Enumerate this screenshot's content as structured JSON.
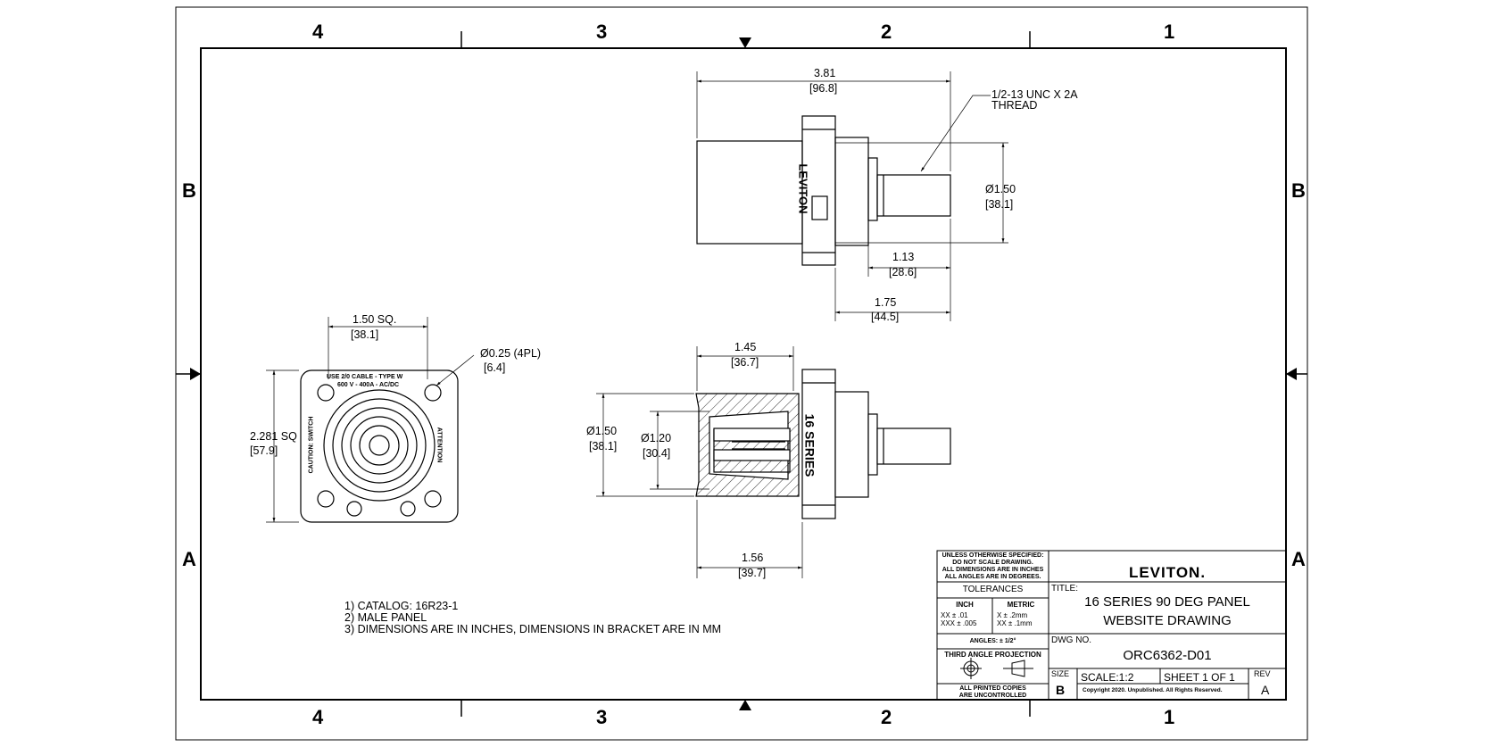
{
  "zones": {
    "columns": [
      "4",
      "3",
      "2",
      "1"
    ],
    "rows": [
      "B",
      "A"
    ]
  },
  "views": {
    "top": {
      "overall_length": "3.81",
      "overall_length_mm": "[96.8]",
      "thread_note_line1": "1/2-13 UNC X 2A",
      "thread_note_line2": "THREAD",
      "diameter": "Ø1.50",
      "diameter_mm": "[38.1]",
      "stud_length": "1.13",
      "stud_length_mm": "[28.6]",
      "rear_length": "1.75",
      "rear_length_mm": "[44.5]",
      "body_marking": "LEVITON"
    },
    "front": {
      "square_size": "1.50  SQ.",
      "square_size_mm": "[38.1]",
      "hole_dia": "Ø0.25 (4PL)",
      "hole_dia_mm": "[6.4]",
      "flange_size": "2.281 SQ",
      "flange_size_mm": "[57.9]",
      "marking_top": "USE 2/0 CABLE - TYPE W",
      "marking_top2": "600 V - 400A - AC/DC",
      "marking_left": "CAUTION: SWITCH",
      "marking_right": "ATTENTION"
    },
    "section": {
      "front_length": "1.45",
      "front_length_mm": "[36.7]",
      "outer_dia": "Ø1.50",
      "outer_dia_mm": "[38.1]",
      "inner_dia": "Ø1.20",
      "inner_dia_mm": "[30.4]",
      "total_length": "1.56",
      "total_length_mm": "[39.7]",
      "series_marking": "16 SERIES"
    }
  },
  "notes": [
    "1) CATALOG: 16R23-1",
    "2) MALE PANEL",
    "3) DIMENSIONS ARE IN INCHES, DIMENSIONS IN BRACKET ARE IN MM"
  ],
  "title_block": {
    "unless_specified": [
      "UNLESS OTHERWISE SPECIFIED:",
      "DO NOT SCALE DRAWING.",
      "ALL DIMENSIONS ARE IN INCHES",
      "ALL ANGLES ARE IN DEGREES."
    ],
    "tolerances_label": "TOLERANCES",
    "inch_label": "INCH",
    "metric_label": "METRIC",
    "inch_tol": [
      "XX  ± .01",
      "XXX ± .005"
    ],
    "metric_tol": [
      "X   ± .2mm",
      "XX  ± .1mm"
    ],
    "angles": "ANGLES: ± 1/2°",
    "projection": "THIRD ANGLE PROJECTION",
    "printed_copies": [
      "ALL PRINTED COPIES",
      "ARE UNCONTROLLED"
    ],
    "company": "LEVITON.",
    "title_label": "TITLE:",
    "title_line1": "16 SERIES 90 DEG PANEL",
    "title_line2": "WEBSITE DRAWING",
    "dwg_no_label": "DWG NO.",
    "dwg_no": "ORC6362-D01",
    "size_label": "SIZE",
    "size": "B",
    "scale": "SCALE:1:2",
    "sheet": "SHEET 1 OF 1",
    "rev_label": "REV",
    "rev": "A",
    "copyright": "Copyright 2020. Unpublished. All Rights Reserved."
  }
}
